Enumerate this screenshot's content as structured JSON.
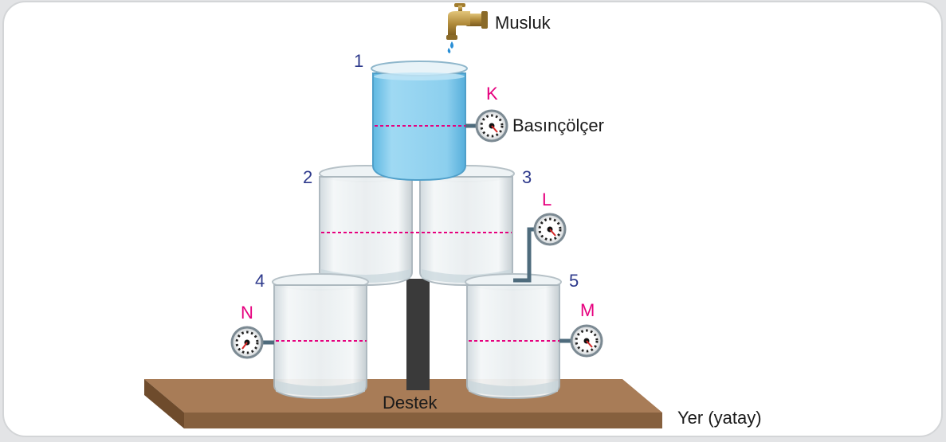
{
  "labels": {
    "tap": "Musluk",
    "pressure_gauge": "Basınçölçer",
    "support": "Destek",
    "ground": "Yer (yatay)"
  },
  "beakers": [
    {
      "number": "1",
      "content": "water",
      "color": "#8fd0ef"
    },
    {
      "number": "2",
      "content": "empty"
    },
    {
      "number": "3",
      "content": "empty"
    },
    {
      "number": "4",
      "content": "empty"
    },
    {
      "number": "5",
      "content": "empty"
    }
  ],
  "gauges": [
    {
      "letter": "K",
      "attached_to": "1"
    },
    {
      "letter": "L",
      "attached_to": "5"
    },
    {
      "letter": "M",
      "attached_to": "5"
    },
    {
      "letter": "N",
      "attached_to": "4"
    }
  ],
  "colors": {
    "beaker_numbers": "#2e3a8c",
    "gauge_letters": "#e6007e",
    "level_lines": "#e6007e",
    "board": "#a57a55",
    "support": "#3a3a3a",
    "water": "#8fd0ef"
  }
}
